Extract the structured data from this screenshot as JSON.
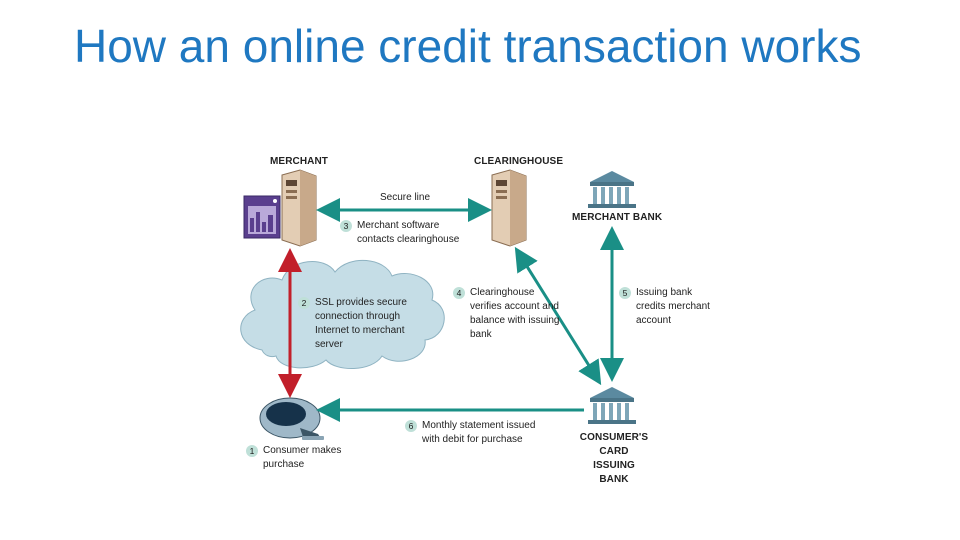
{
  "title": "How an online credit transaction works",
  "nodes": {
    "merchant": "MERCHANT",
    "clearinghouse": "CLEARINGHOUSE",
    "merchant_bank": "MERCHANT BANK",
    "issuing_bank": "CONSUMER'S CARD ISSUING BANK"
  },
  "secure_line_label": "Secure line",
  "steps": [
    {
      "num": "1",
      "text": "Consumer makes purchase"
    },
    {
      "num": "2",
      "text": "SSL provides secure connection through Internet to merchant server"
    },
    {
      "num": "3",
      "text": "Merchant software contacts clearinghouse"
    },
    {
      "num": "4",
      "text": "Clearinghouse verifies account and balance with issuing bank"
    },
    {
      "num": "5",
      "text": "Issuing bank credits merchant account"
    },
    {
      "num": "6",
      "text": "Monthly statement issued with debit for purchase"
    }
  ],
  "colors": {
    "title": "#1f78c1",
    "arrow_teal": "#1a8f86",
    "arrow_red": "#c21f2a",
    "cloud": "#c5dde6",
    "building": "#d8c2aa",
    "bank": "#5b8aa0",
    "step_badge": "#bfe0d8"
  }
}
